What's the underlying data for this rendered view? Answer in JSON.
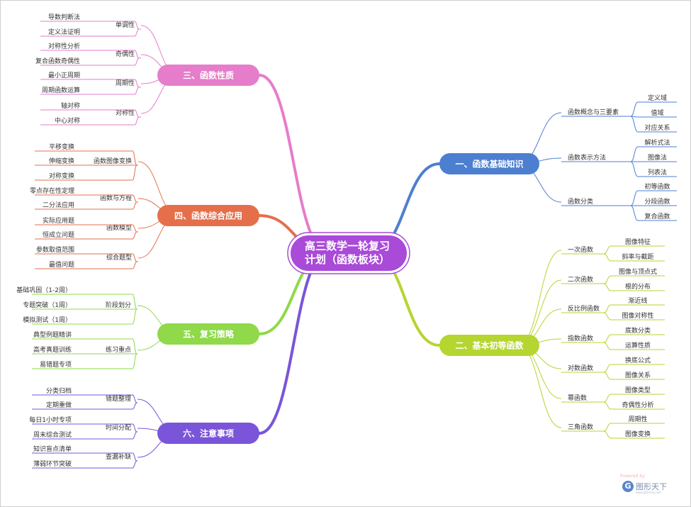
{
  "center": {
    "lines": [
      "高三数学一轮复习",
      "计划（函数板块）"
    ],
    "color": "#a94ad8"
  },
  "branches": [
    {
      "label": "一、函数基础知识",
      "color": "#4d7fd0",
      "subs": [
        {
          "label": "函数概念与三要素",
          "leaves": [
            "定义域",
            "值域",
            "对应关系"
          ]
        },
        {
          "label": "函数表示方法",
          "leaves": [
            "解析式法",
            "图像法",
            "列表法"
          ]
        },
        {
          "label": "函数分类",
          "leaves": [
            "初等函数",
            "分段函数",
            "复合函数"
          ]
        }
      ]
    },
    {
      "label": "二、基本初等函数",
      "color": "#b5d531",
      "subs": [
        {
          "label": "一次函数",
          "leaves": [
            "图像特征",
            "斜率与截距"
          ]
        },
        {
          "label": "二次函数",
          "leaves": [
            "图像与顶点式",
            "根的分布"
          ]
        },
        {
          "label": "反比例函数",
          "leaves": [
            "渐近线",
            "图像对称性"
          ]
        },
        {
          "label": "指数函数",
          "leaves": [
            "底数分类",
            "运算性质"
          ]
        },
        {
          "label": "对数函数",
          "leaves": [
            "换底公式",
            "图像关系"
          ]
        },
        {
          "label": "幂函数",
          "leaves": [
            "图像类型",
            "奇偶性分析"
          ]
        },
        {
          "label": "三角函数",
          "leaves": [
            "周期性",
            "图像变换"
          ]
        }
      ]
    },
    {
      "label": "三、函数性质",
      "color": "#e67dcb",
      "subs": [
        {
          "label": "单调性",
          "leaves": [
            "导数判断法",
            "定义法证明"
          ]
        },
        {
          "label": "奇偶性",
          "leaves": [
            "对称性分析",
            "复合函数奇偶性"
          ]
        },
        {
          "label": "周期性",
          "leaves": [
            "最小正周期",
            "周期函数运算"
          ]
        },
        {
          "label": "对称性",
          "leaves": [
            "轴对称",
            "中心对称"
          ]
        }
      ]
    },
    {
      "label": "四、函数综合应用",
      "color": "#e56f4b",
      "subs": [
        {
          "label": "函数图像变换",
          "leaves": [
            "平移变换",
            "伸缩变换",
            "对称变换"
          ]
        },
        {
          "label": "函数与方程",
          "leaves": [
            "零点存在性定理",
            "二分法应用"
          ]
        },
        {
          "label": "函数模型",
          "leaves": [
            "实际应用题",
            "恒成立问题"
          ]
        },
        {
          "label": "综合题型",
          "leaves": [
            "参数取值范围",
            "最值问题"
          ]
        }
      ]
    },
    {
      "label": "五、复习策略",
      "color": "#8fd94a",
      "subs": [
        {
          "label": "阶段划分",
          "leaves": [
            "基础巩固（1-2周）",
            "专题突破（1周）",
            "模拟测试（1周）"
          ]
        },
        {
          "label": "练习重点",
          "leaves": [
            "典型例题精讲",
            "高考真题训练",
            "易错题专项"
          ]
        }
      ]
    },
    {
      "label": "六、注意事项",
      "color": "#7a55d9",
      "subs": [
        {
          "label": "错题整理",
          "leaves": [
            "分类归档",
            "定期重做"
          ]
        },
        {
          "label": "时间分配",
          "leaves": [
            "每日1小时专项",
            "周末综合测试"
          ]
        },
        {
          "label": "查漏补缺",
          "leaves": [
            "知识盲点清单",
            "薄弱环节突破"
          ]
        }
      ]
    }
  ],
  "watermark": {
    "powered": "Powered by",
    "logo": "G",
    "name": "图形天下",
    "url": "www.gitmind.com"
  }
}
